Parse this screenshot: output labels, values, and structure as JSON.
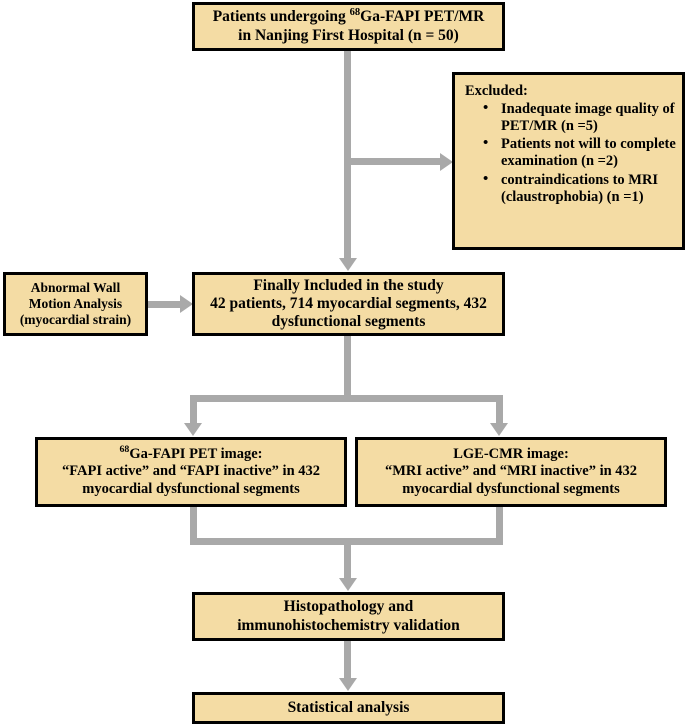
{
  "figure": {
    "type": "flowchart",
    "title": "Patient enrollment and analysis flowchart",
    "box_fill": "#F4DCA4",
    "box_border": "#000000",
    "connector_color": "#A9A9A9"
  },
  "nodes": {
    "enrollment": {
      "line1_pre": "Patients undergoing ",
      "line1_sup": "68",
      "line1_post": "Ga-FAPI PET/MR",
      "line2": "in Nanjing First Hospital (n = 50)"
    },
    "excluded": {
      "title": "Excluded:",
      "bullet_glyph": "•",
      "items": [
        "Inadequate image quality of PET/MR (n =5)",
        "Patients not will to complete examination (n =2)",
        "contraindications to MRI (claustrophobia) (n =1)"
      ]
    },
    "included": {
      "line1": "Finally Included in the study",
      "line2": "42 patients, 714 myocardial segments, 432",
      "line3": "dysfunctional segments"
    },
    "strain": {
      "line1": "Abnormal Wall",
      "line2": "Motion Analysis",
      "line3": "(myocardial strain)"
    },
    "pet": {
      "line1_sup": "68",
      "line1_post": "Ga-FAPI PET image:",
      "line2": "“FAPI active” and “FAPI inactive” in 432",
      "line3": "myocardial dysfunctional segments"
    },
    "cmr": {
      "line1": "LGE-CMR image:",
      "line2": "“MRI active” and “MRI inactive” in 432",
      "line3": "myocardial dysfunctional segments"
    },
    "histo": {
      "line1": "Histopathology and",
      "line2": "immunohistochemistry validation"
    },
    "stats": {
      "line1": "Statistical analysis"
    }
  },
  "connectors": [
    {
      "id": "enrollment-to-included",
      "from": "enrollment",
      "to": "included",
      "shape": "vertical-arrow"
    },
    {
      "id": "enrollment-to-excluded",
      "from": "enrollment",
      "to": "excluded",
      "shape": "branch-right-arrow"
    },
    {
      "id": "strain-to-included",
      "from": "strain",
      "to": "included",
      "shape": "horizontal-arrow"
    },
    {
      "id": "included-split-pet",
      "from": "included",
      "to": "pet",
      "shape": "split-down-arrow"
    },
    {
      "id": "included-split-cmr",
      "from": "included",
      "to": "cmr",
      "shape": "split-down-arrow"
    },
    {
      "id": "pet-cmr-merge-to-histo",
      "from": "pet,cmr",
      "to": "histo",
      "shape": "merge-down-arrow"
    },
    {
      "id": "histo-to-stats",
      "from": "histo",
      "to": "stats",
      "shape": "vertical-arrow"
    }
  ]
}
